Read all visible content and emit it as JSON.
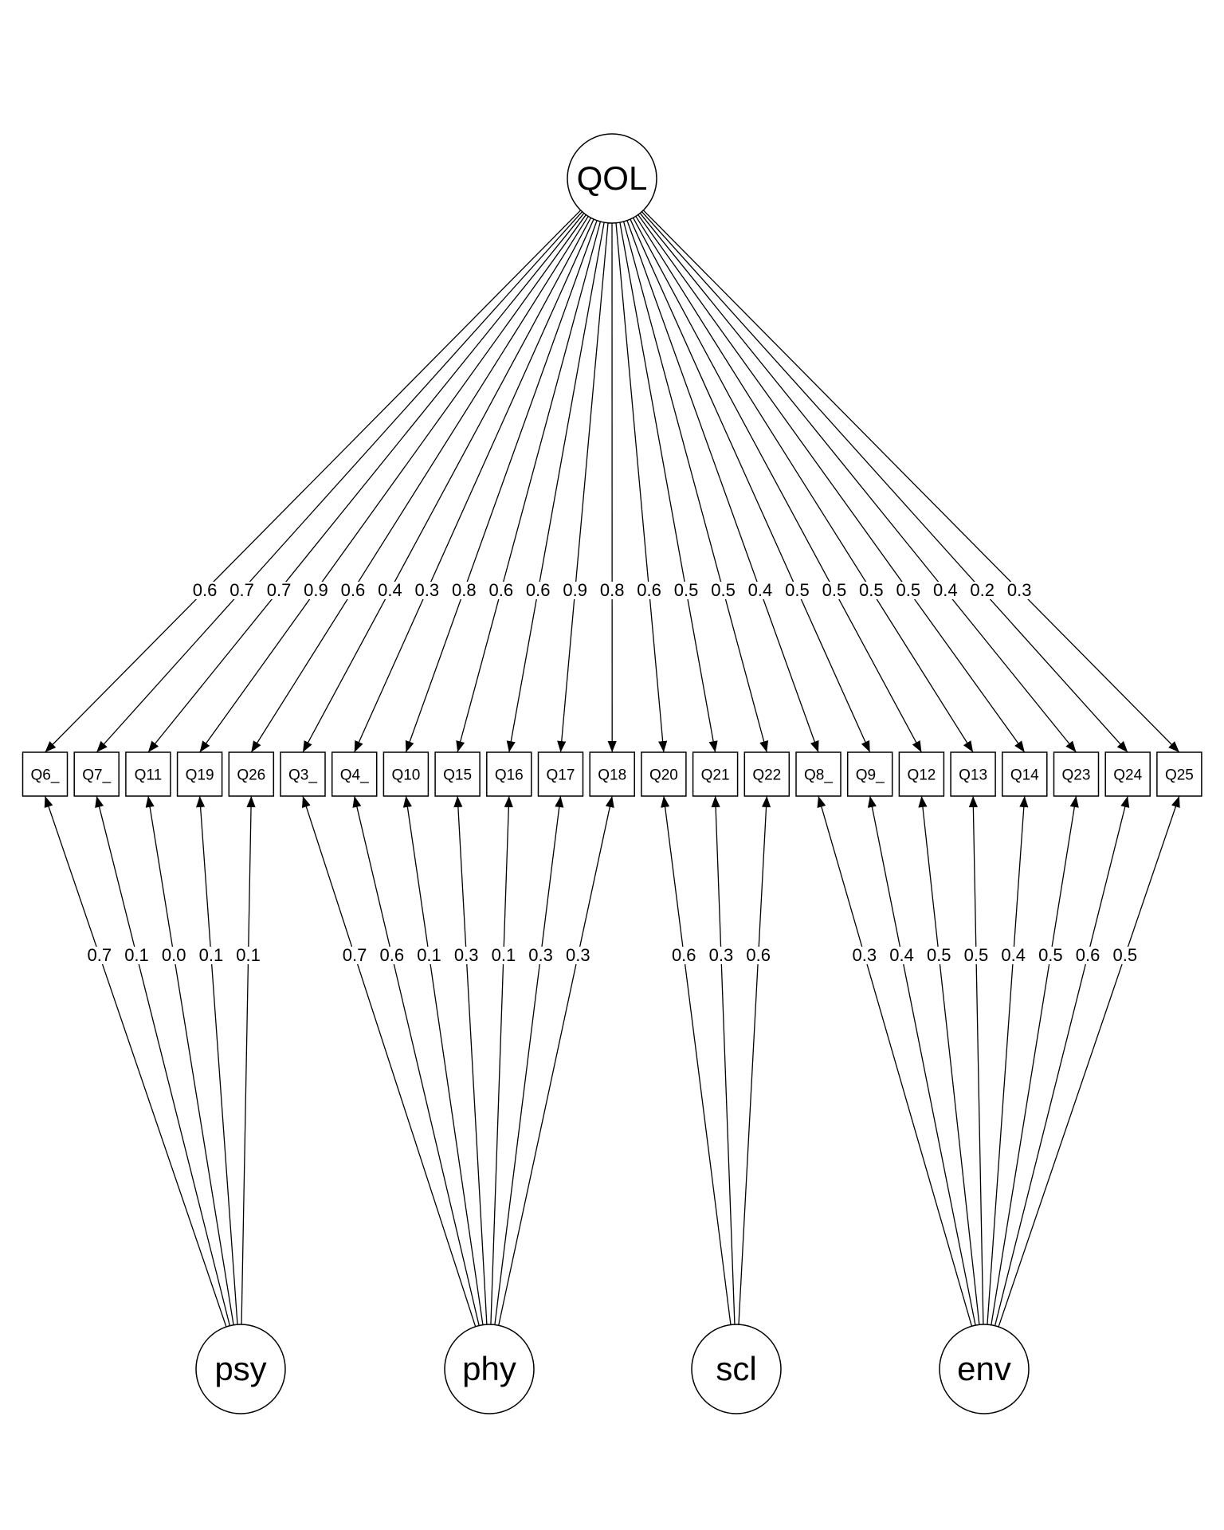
{
  "general_factor": {
    "id": "QOL",
    "label": "QOL"
  },
  "observed": [
    "Q6_",
    "Q7_",
    "Q11",
    "Q19",
    "Q26",
    "Q3_",
    "Q4_",
    "Q10",
    "Q15",
    "Q16",
    "Q17",
    "Q18",
    "Q20",
    "Q21",
    "Q22",
    "Q8_",
    "Q9_",
    "Q12",
    "Q13",
    "Q14",
    "Q23",
    "Q24",
    "Q25"
  ],
  "general_loadings": [
    "0.6",
    "0.7",
    "0.7",
    "0.9",
    "0.6",
    "0.4",
    "0.3",
    "0.8",
    "0.6",
    "0.6",
    "0.9",
    "0.8",
    "0.6",
    "0.5",
    "0.5",
    "0.4",
    "0.5",
    "0.5",
    "0.5",
    "0.5",
    "0.4",
    "0.2",
    "0.3"
  ],
  "group_factors": [
    {
      "id": "psy",
      "label": "psy",
      "items": [
        "Q6_",
        "Q7_",
        "Q11",
        "Q19",
        "Q26"
      ],
      "loadings": [
        "0.7",
        "0.1",
        "0.0",
        "0.1",
        "0.1"
      ]
    },
    {
      "id": "phy",
      "label": "phy",
      "items": [
        "Q3_",
        "Q4_",
        "Q10",
        "Q15",
        "Q16",
        "Q17",
        "Q18"
      ],
      "loadings": [
        "0.7",
        "0.6",
        "0.1",
        "0.3",
        "0.1",
        "0.3",
        "0.3"
      ]
    },
    {
      "id": "scl",
      "label": "scl",
      "items": [
        "Q20",
        "Q21",
        "Q22"
      ],
      "loadings": [
        "0.6",
        "0.3",
        "0.6"
      ]
    },
    {
      "id": "env",
      "label": "env",
      "items": [
        "Q8_",
        "Q9_",
        "Q12",
        "Q13",
        "Q14",
        "Q23",
        "Q24",
        "Q25"
      ],
      "loadings": [
        "0.3",
        "0.4",
        "0.5",
        "0.5",
        "0.4",
        "0.5",
        "0.6",
        "0.5"
      ]
    }
  ]
}
